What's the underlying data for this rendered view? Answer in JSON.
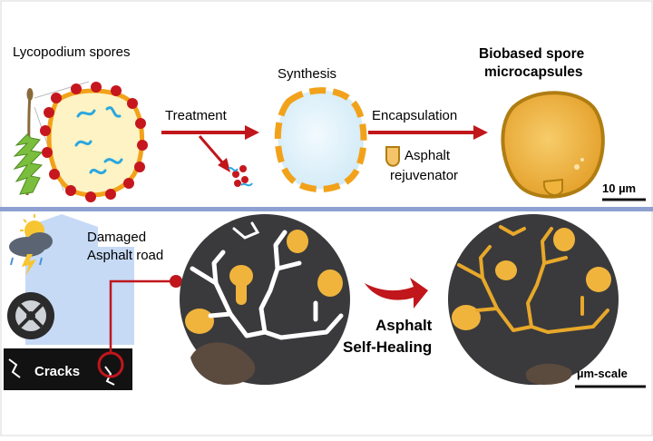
{
  "top_panel": {
    "spores_label": "Lycopodium spores",
    "treatment_label": "Treatment",
    "synthesis_label": "Synthesis",
    "encapsulation_label": "Encapsulation",
    "asphalt_label": "Asphalt",
    "rejuvenator_label": "rejuvenator",
    "product_title_line1": "Biobased spore",
    "product_title_line2": "microcapsules",
    "scale_bar_label": "10 µm"
  },
  "bottom_panel": {
    "damaged_line1": "Damaged",
    "damaged_line2": "Asphalt road",
    "cracks_label": "Cracks",
    "healing_line1": "Asphalt",
    "healing_line2": "Self-Healing",
    "scale_label": "µm-scale"
  },
  "colors": {
    "divider": "#8ea0d0",
    "arrow_red": "#c0161c",
    "spore_fill": "#fdf3c4",
    "spore_border": "#f2a21a",
    "capsule_fill": "#f0b43c",
    "capsule_border": "#b07d12",
    "asphalt_dark": "#3a3a3c",
    "crack_white": "#ffffff",
    "crack_healed": "#e8a82a",
    "road_blue": "#c6daf6"
  }
}
